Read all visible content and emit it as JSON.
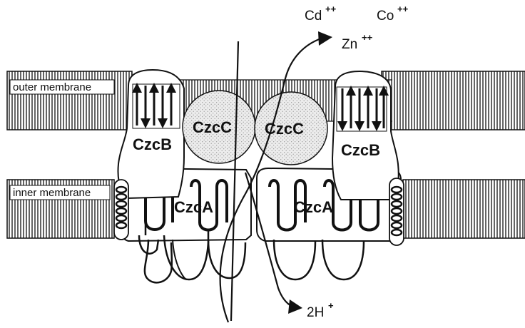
{
  "membranes": {
    "outer": "outer membrane",
    "inner": "inner membrane"
  },
  "proteins": {
    "czcB_left": "CzcB",
    "czcB_right": "CzcB",
    "czcC_left": "CzcC",
    "czcC_right": "CzcC",
    "czcA_left": "CzcA",
    "czcA_right": "CzcA"
  },
  "ions": {
    "cd": "Cd",
    "cd_charge": "++",
    "co": "Co",
    "co_charge": "++",
    "zn": "Zn",
    "zn_charge": "++",
    "h_prefix": "2H",
    "h_charge": "+"
  },
  "colors": {
    "line": "#111111",
    "hatch": "#222222",
    "stipple_fill": "#e6e6e6",
    "background": "#ffffff"
  }
}
